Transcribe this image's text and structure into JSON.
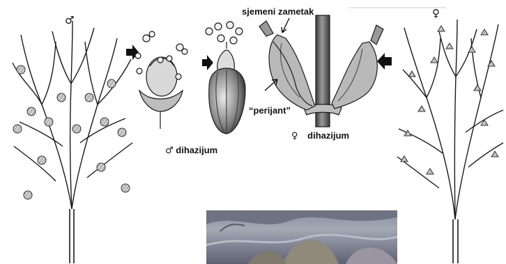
{
  "labels": {
    "male_symbol": "♂",
    "female_symbol": "♀",
    "ovule": "sjemeni zametak",
    "perianth": "“perijant”",
    "male_dichasium_symbol": "♂",
    "male_dichasium": "dihazijum",
    "female_dichasium_symbol": "♀",
    "female_dichasium": "dihazijum"
  },
  "icons": {
    "arrows": [
      "arrow-right-icon",
      "arrow-right-icon",
      "arrow-left-icon"
    ]
  },
  "colors": {
    "ink": "#111111",
    "plant_fill": "#c9c9c9",
    "photo_tint": "#8a8f9e"
  }
}
